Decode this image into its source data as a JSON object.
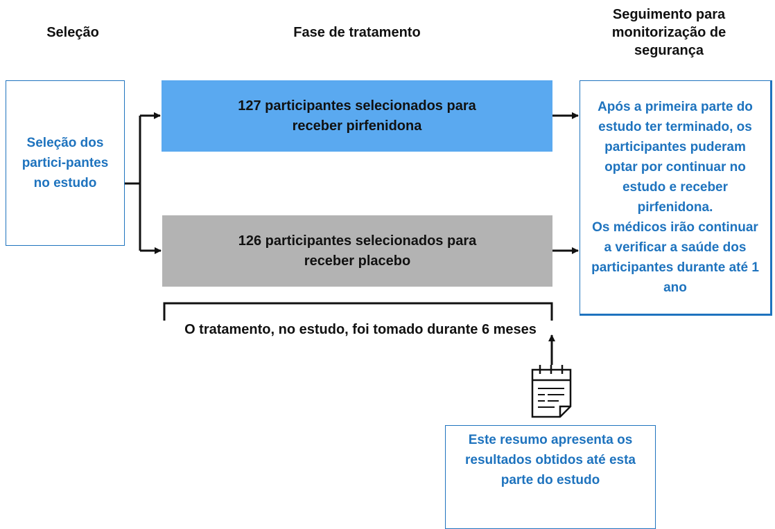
{
  "headers": {
    "selection": "Seleção",
    "treatment": "Fase de tratamento",
    "followup": "Seguimento para monitorização de segurança"
  },
  "boxes": {
    "selection": "Seleção dos partici-pantes no estudo",
    "pirfenidone": "127 participantes selecionados para receber pirfenidona",
    "placebo": "126 participantes selecionados para receber placebo",
    "followup_part1": "Após a primeira parte do estudo ter terminado, os participantes puderam optar por continuar no estudo e receber pirfenidona.",
    "followup_part2": "Os médicos irão continuar a verificar a saúde dos participantes durante até 1 ano",
    "summary": "Este resumo apresenta os resultados obtidos até esta parte do estudo"
  },
  "bracket_label": "O tratamento, no estudo, foi tomado durante 6 meses",
  "icons": {
    "calendar": "calendar-icon"
  },
  "colors": {
    "blue_fill": "#5aa9f0",
    "grey_fill": "#b3b3b3",
    "blue_border": "#1e73be",
    "blue_text": "#1e73be",
    "dark": "#111111"
  }
}
